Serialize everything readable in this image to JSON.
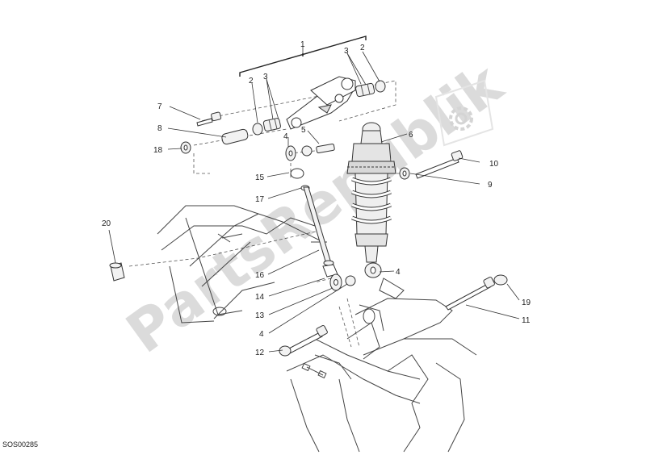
{
  "diagram": {
    "reference_code": "SOS00285",
    "watermark": {
      "text": "PartsRepublik",
      "icon": "gear-icon",
      "color": "#d8d8d8"
    },
    "callouts": [
      {
        "id": "c1",
        "text": "1"
      },
      {
        "id": "c2a",
        "text": "2"
      },
      {
        "id": "c3a",
        "text": "3"
      },
      {
        "id": "c3b",
        "text": "3"
      },
      {
        "id": "c2b",
        "text": "2"
      },
      {
        "id": "c7",
        "text": "7"
      },
      {
        "id": "c8",
        "text": "8"
      },
      {
        "id": "c18",
        "text": "18"
      },
      {
        "id": "c5",
        "text": "5"
      },
      {
        "id": "c4a",
        "text": "4"
      },
      {
        "id": "c6",
        "text": "6"
      },
      {
        "id": "c10",
        "text": "10"
      },
      {
        "id": "c9",
        "text": "9"
      },
      {
        "id": "c15",
        "text": "15"
      },
      {
        "id": "c17",
        "text": "17"
      },
      {
        "id": "c20",
        "text": "20"
      },
      {
        "id": "c16",
        "text": "16"
      },
      {
        "id": "c14",
        "text": "14"
      },
      {
        "id": "c4b",
        "text": "4"
      },
      {
        "id": "c13",
        "text": "13"
      },
      {
        "id": "c19",
        "text": "19"
      },
      {
        "id": "c11",
        "text": "11"
      },
      {
        "id": "c4c",
        "text": "4"
      },
      {
        "id": "c12",
        "text": "12"
      }
    ]
  }
}
